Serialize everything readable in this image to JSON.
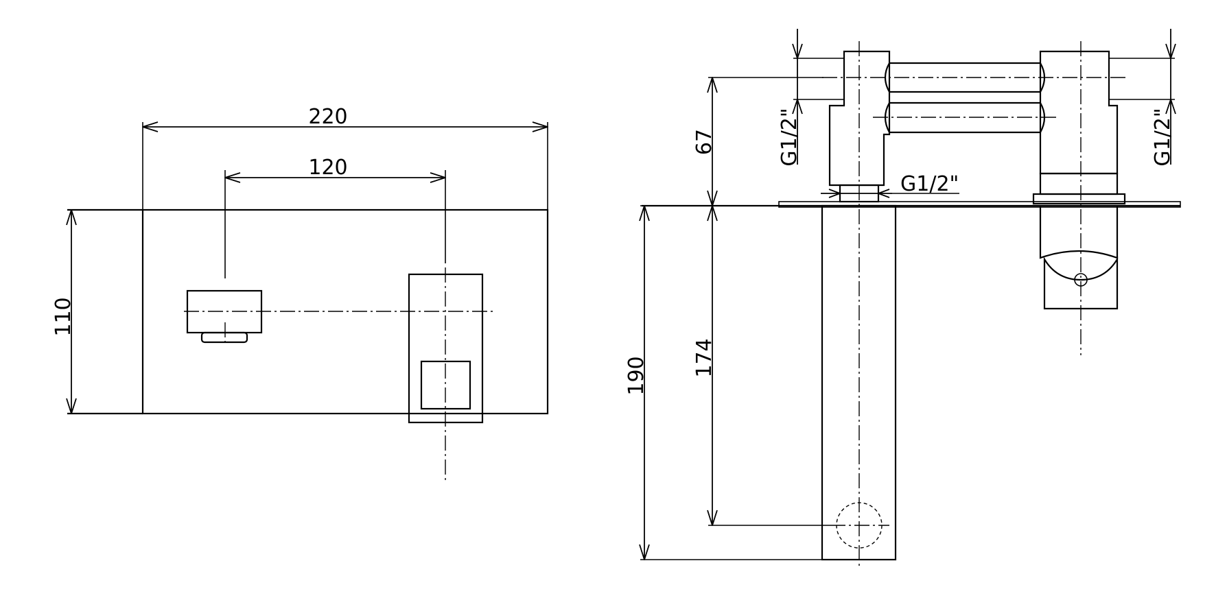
{
  "drawing": {
    "line_color": "#000000",
    "background": "#ffffff",
    "front_view": {
      "overall_width": "220",
      "center_distance": "120",
      "plate_height": "110"
    },
    "side_view": {
      "left_connection": "G1/2\"",
      "right_connection": "G1/2\"",
      "spout_connection": "G1/2\"",
      "height_above_wall": "67",
      "total_depth": "190",
      "outlet_depth": "174"
    }
  }
}
